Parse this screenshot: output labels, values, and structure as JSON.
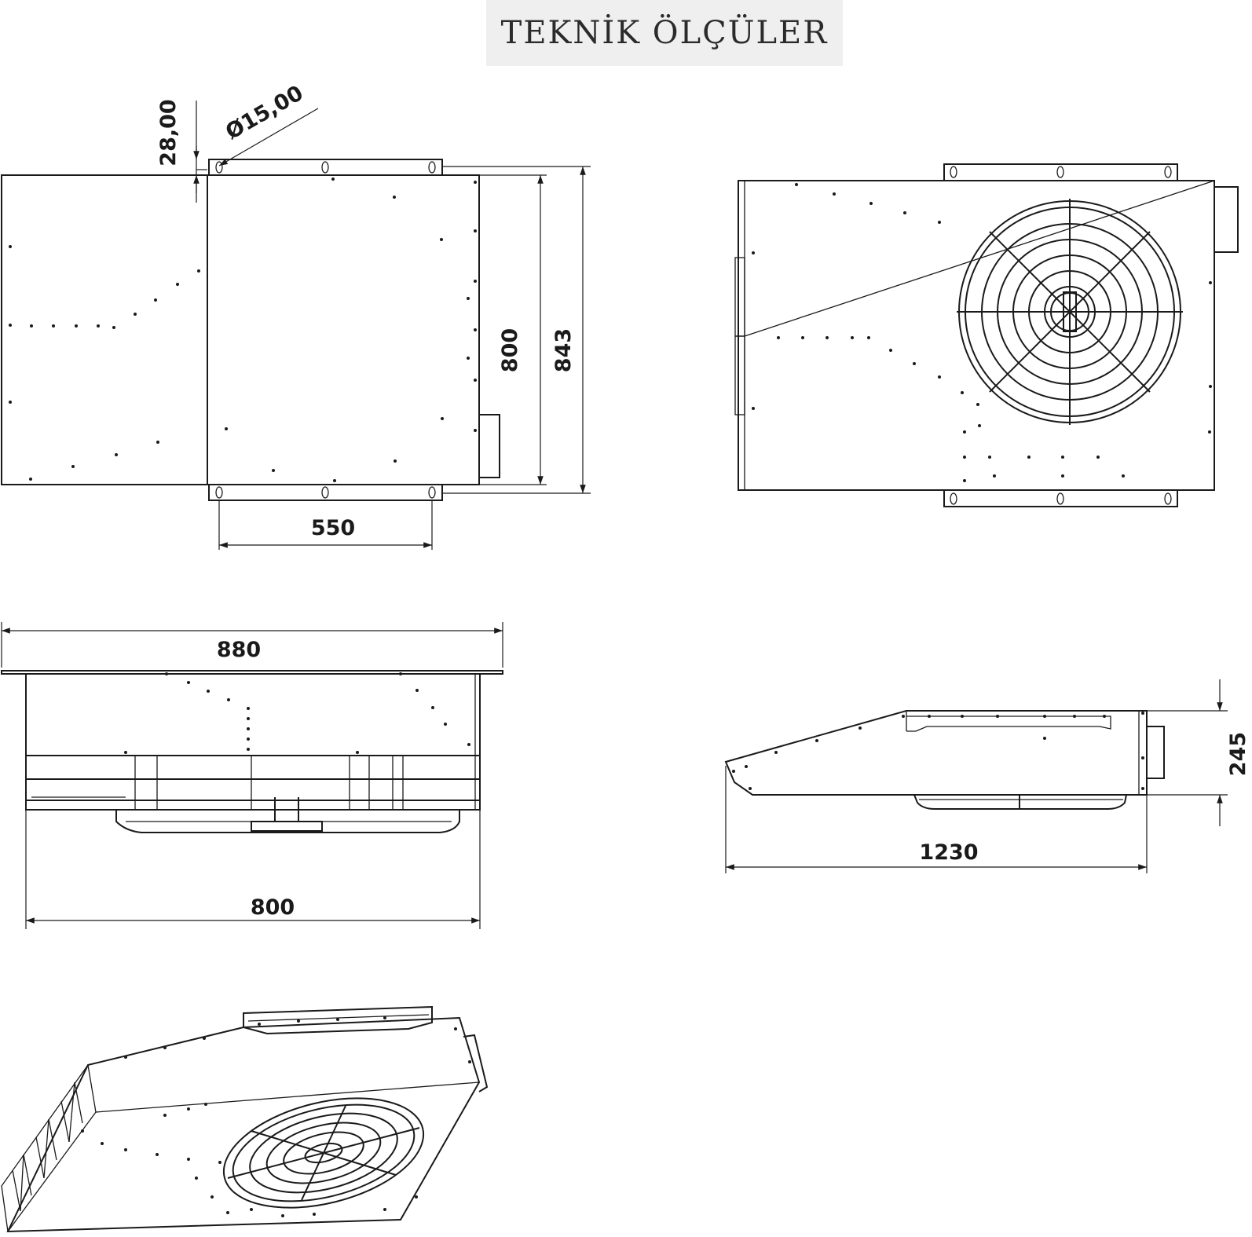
{
  "title": "TEKNİK ÖLÇÜLER",
  "dimensions": {
    "hole_depth": "28,00",
    "hole_diameter": "Ø15,00",
    "bracket_spacing": "550",
    "inner_height": "800",
    "outer_height": "843",
    "front_top_width": "880",
    "front_bottom_width": "800",
    "side_height": "245",
    "side_length": "1230"
  },
  "colors": {
    "line": "#1a1a1a",
    "title_bg": "#efefef",
    "title_text": "#2b2b2b"
  }
}
